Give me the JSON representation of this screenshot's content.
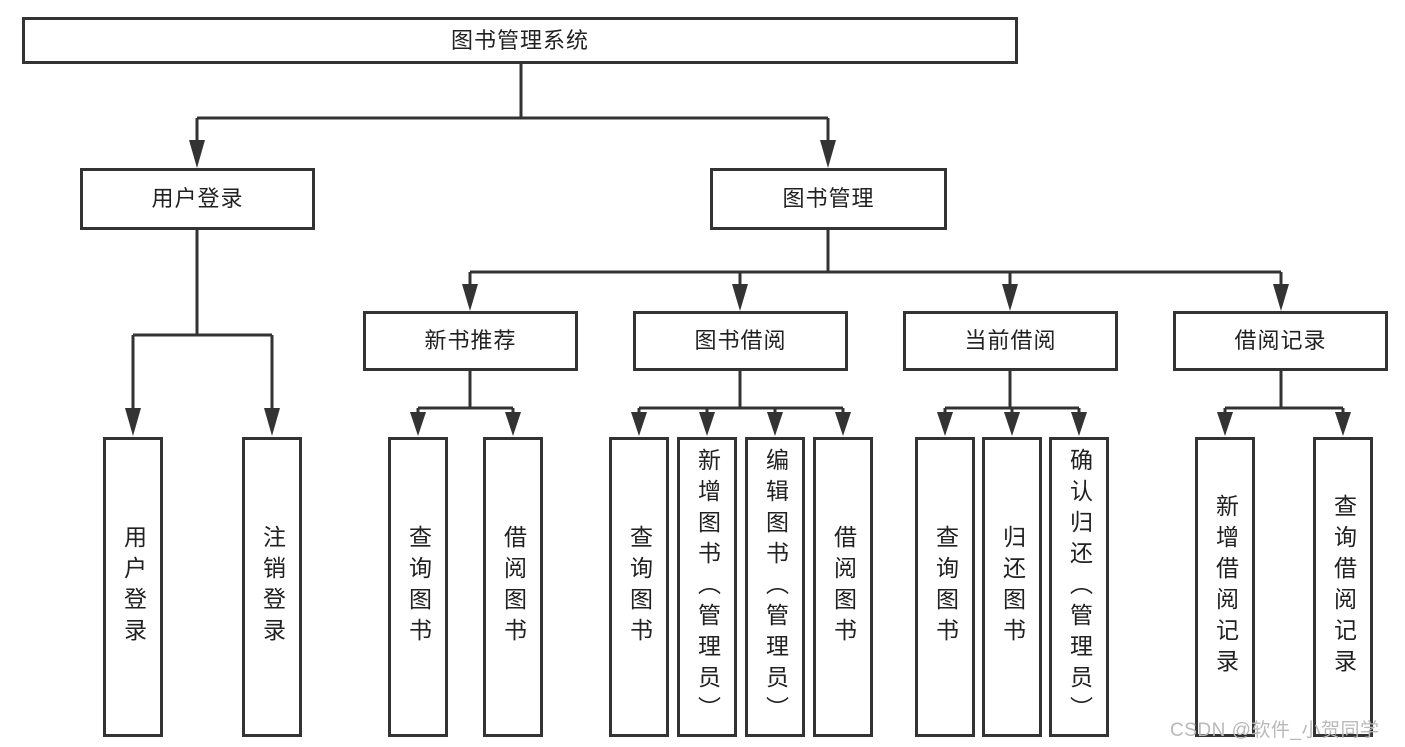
{
  "diagram": {
    "root": {
      "label": "图书管理系统"
    },
    "level2": [
      {
        "label": "用户登录"
      },
      {
        "label": "图书管理"
      }
    ],
    "level3": [
      {
        "label": "新书推荐"
      },
      {
        "label": "图书借阅"
      },
      {
        "label": "当前借阅"
      },
      {
        "label": "借阅记录"
      }
    ],
    "leaves": [
      {
        "label": "用户登录",
        "parent": "用户登录"
      },
      {
        "label": "注销登录",
        "parent": "用户登录"
      },
      {
        "label": "查询图书",
        "parent": "新书推荐"
      },
      {
        "label": "借阅图书",
        "parent": "新书推荐"
      },
      {
        "label": "查询图书",
        "parent": "图书借阅"
      },
      {
        "label": "新增图书（管理员）",
        "parent": "图书借阅"
      },
      {
        "label": "编辑图书（管理员）",
        "parent": "图书借阅"
      },
      {
        "label": "借阅图书",
        "parent": "图书借阅"
      },
      {
        "label": "查询图书",
        "parent": "当前借阅"
      },
      {
        "label": "归还图书",
        "parent": "当前借阅"
      },
      {
        "label": "确认归还（管理员）",
        "parent": "当前借阅"
      },
      {
        "label": "新增借阅记录",
        "parent": "借阅记录"
      },
      {
        "label": "查询借阅记录",
        "parent": "借阅记录"
      }
    ],
    "colors": {
      "line": "#333333",
      "text": "#212121",
      "background": "#ffffff",
      "watermark": "#b9b9b9"
    }
  },
  "watermark": {
    "text": "CSDN @软件_小贺同学"
  }
}
